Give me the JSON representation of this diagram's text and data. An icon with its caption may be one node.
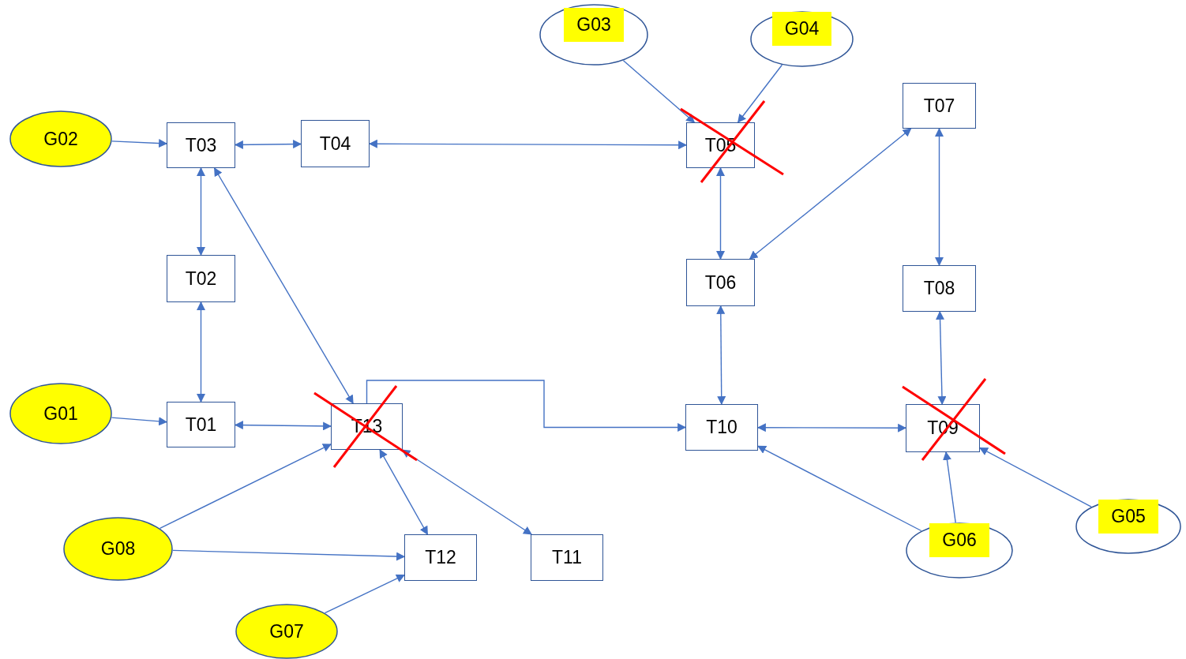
{
  "diagram": {
    "nodes": [
      {
        "text": [
          "G03"
        ]
      },
      {
        "text": [
          "G04"
        ]
      },
      {
        "text": [
          "T07"
        ]
      },
      {
        "text": [
          "G02"
        ]
      },
      {
        "text": [
          "T03"
        ]
      },
      {
        "text": [
          "T04"
        ]
      },
      {
        "text": [
          "T05"
        ]
      },
      {
        "text": [
          "T02"
        ]
      },
      {
        "text": [
          "T06"
        ]
      },
      {
        "text": [
          "T08"
        ]
      },
      {
        "text": [
          "G01"
        ]
      },
      {
        "text": [
          "T01"
        ]
      },
      {
        "text": [
          "T13"
        ]
      },
      {
        "text": [
          "T10"
        ]
      },
      {
        "text": [
          "T09"
        ]
      },
      {
        "text": [
          "G05"
        ]
      },
      {
        "text": [
          "G08"
        ]
      },
      {
        "text": [
          "T12"
        ]
      },
      {
        "text": [
          "T11"
        ]
      },
      {
        "text": [
          "G06"
        ]
      },
      {
        "text": [
          "G07"
        ]
      }
    ],
    "edges": [
      {
        "from": 3,
        "to": 4,
        "arrow": "to"
      },
      {
        "from": 4,
        "to": 5,
        "arrow": "both"
      },
      {
        "from": 5,
        "to": 6,
        "arrow": "both"
      },
      {
        "from": 0,
        "to": 6,
        "arrow": "to"
      },
      {
        "from": 1,
        "to": 6,
        "arrow": "to"
      },
      {
        "from": 6,
        "to": 8,
        "arrow": "both"
      },
      {
        "from": 2,
        "to": 8,
        "arrow": "both"
      },
      {
        "from": 2,
        "to": 9,
        "arrow": "both"
      },
      {
        "from": 4,
        "to": 7,
        "arrow": "both"
      },
      {
        "from": 7,
        "to": 11,
        "arrow": "both"
      },
      {
        "from": 10,
        "to": 11,
        "arrow": "to"
      },
      {
        "from": 11,
        "to": 12,
        "arrow": "both"
      },
      {
        "from": 4,
        "to": 12,
        "arrow": "both"
      },
      {
        "from": 12,
        "to": 13,
        "arrow": "to"
      },
      {
        "from": 16,
        "to": 12,
        "arrow": "to"
      },
      {
        "from": 12,
        "to": 17,
        "arrow": "both"
      },
      {
        "from": 12,
        "to": 18,
        "arrow": "both"
      },
      {
        "from": 16,
        "to": 17,
        "arrow": "to"
      },
      {
        "from": 20,
        "to": 17,
        "arrow": "to"
      },
      {
        "from": 8,
        "to": 13,
        "arrow": "both"
      },
      {
        "from": 13,
        "to": 14,
        "arrow": "both"
      },
      {
        "from": 9,
        "to": 14,
        "arrow": "both"
      },
      {
        "from": 19,
        "to": 13,
        "arrow": "to"
      },
      {
        "from": 19,
        "to": 14,
        "arrow": "to"
      },
      {
        "from": 15,
        "to": 14,
        "arrow": "to"
      }
    ]
  }
}
